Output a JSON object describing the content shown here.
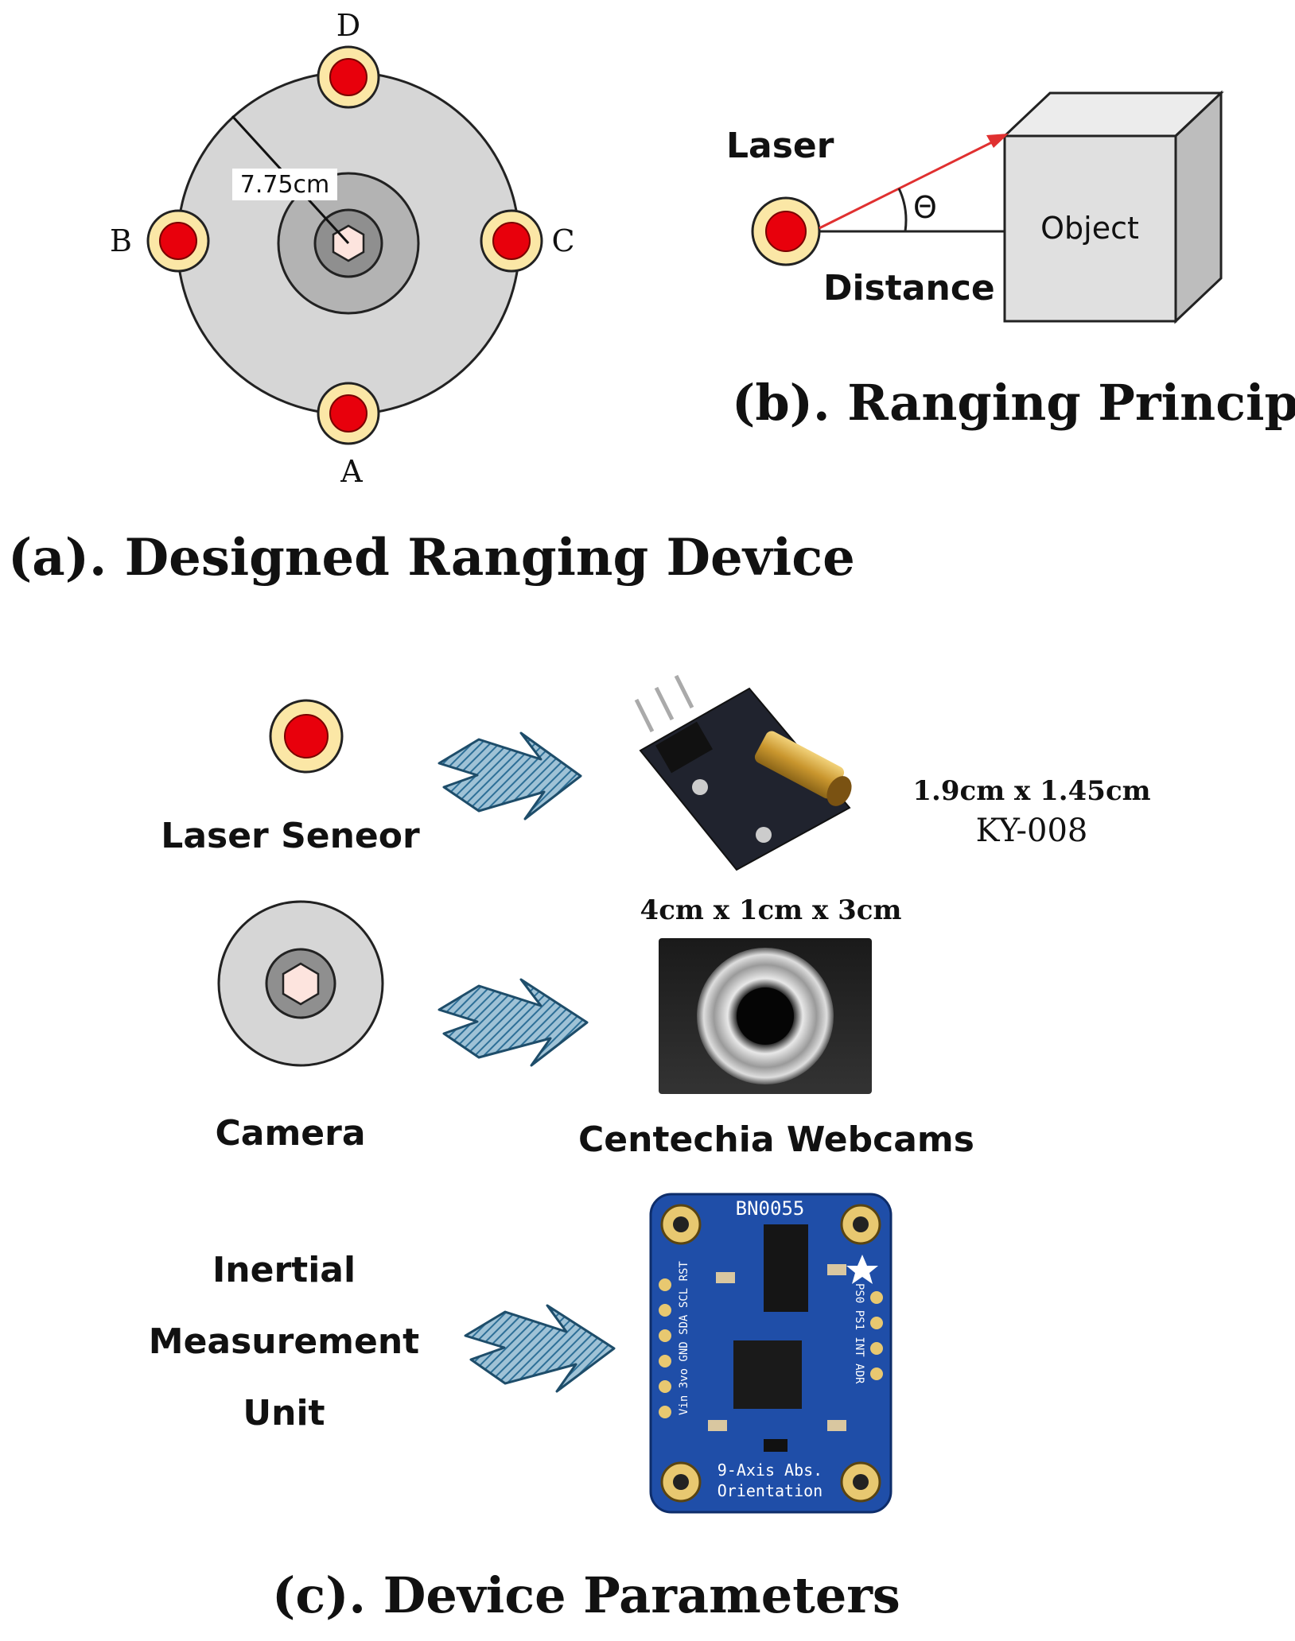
{
  "panel_a": {
    "caption": "(a). Designed Ranging Device",
    "radius_label": "7.75cm",
    "lasers": {
      "top": "D",
      "left": "B",
      "right": "C",
      "bottom": "A"
    }
  },
  "panel_b": {
    "caption": "(b). Ranging Principle",
    "laser_label": "Laser",
    "distance_label": "Distance",
    "angle_label": "Θ",
    "object_label": "Object"
  },
  "panel_c": {
    "caption": "(c). Device Parameters",
    "laser": {
      "label": "Laser Seneor",
      "size": "1.9cm x 1.45cm",
      "model": "KY-008"
    },
    "camera": {
      "label": "Camera",
      "size": "4cm x 1cm x 3cm",
      "product": "Centechia Webcams"
    },
    "imu": {
      "label_line1": "Inertial",
      "label_line2": "Measurement",
      "label_line3": "Unit",
      "board_top": "BN0055",
      "board_bottom1": "9-Axis Abs.",
      "board_bottom2": "Orientation",
      "left_pins": "Vin 3vo GND SDA SCL RST",
      "right_pins": "PS0 PS1 INT ADR"
    }
  },
  "colors": {
    "laser_red": "#e8000c",
    "laser_ring": "#fbe7a6",
    "device_gray": "#d6d6d6",
    "pcb_blue": "#1f4ea8",
    "arrow_blue": "#2d6f97",
    "ray_red": "#e03030"
  }
}
